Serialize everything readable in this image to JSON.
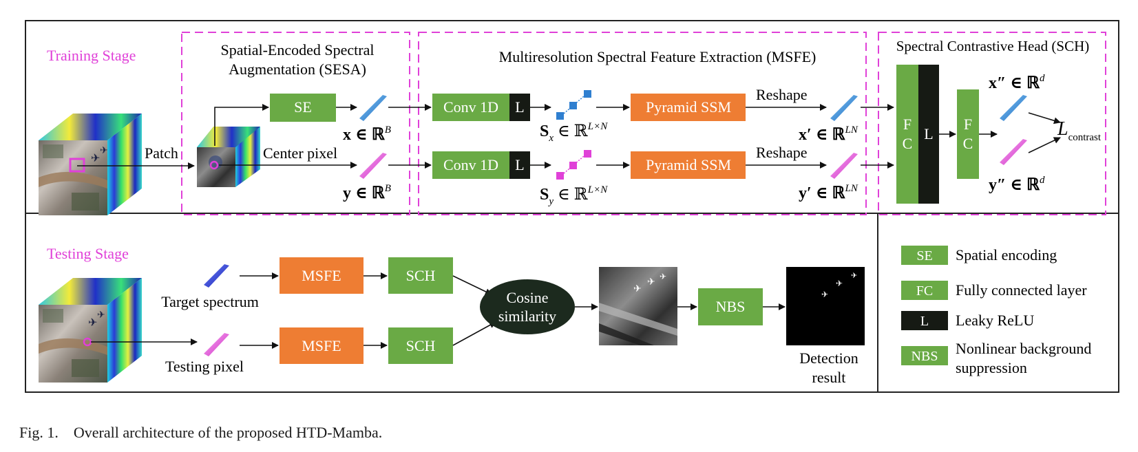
{
  "colors": {
    "green": "#6aaa45",
    "orange": "#ee7d33",
    "dark": "#161a14",
    "magenta": "#e040d8",
    "blue": "#2f7fd0",
    "navy": "#2233c8",
    "stage_label": "#e040d8"
  },
  "training": {
    "stage_label": "Training Stage",
    "patch_label": "Patch",
    "center_pixel_label": "Center pixel",
    "sesa": {
      "title_line1": "Spatial-Encoded Spectral",
      "title_line2": "Augmentation (SESA)",
      "se_label": "SE"
    },
    "x_label": "x ∈ ℝ",
    "x_sup": "B",
    "y_label": "y ∈ ℝ",
    "y_sup": "B",
    "msfe": {
      "title": "Multiresolution Spectral Feature Extraction (MSFE)",
      "conv_label": "Conv 1D",
      "l_label": "L",
      "ssm_label": "Pyramid SSM",
      "reshape_label": "Reshape",
      "sx_main": "S",
      "sx_sub": "x",
      "sy_sub": "y",
      "s_set": "∈ ℝ",
      "s_sup": "L×N",
      "xp_label": "x′ ∈ ℝ",
      "yp_label": "y′ ∈ ℝ",
      "p_sup": "LN"
    },
    "sch": {
      "title": "Spectral Contrastive Head (SCH)",
      "fc_f": "F",
      "fc_c": "C",
      "l_label": "L",
      "xpp_label": "x″ ∈ ℝ",
      "ypp_label": "y″ ∈ ℝ",
      "pp_sup": "d",
      "loss_main": "L",
      "loss_sub": "contrast"
    }
  },
  "testing": {
    "stage_label": "Testing Stage",
    "target_spectrum_label": "Target spectrum",
    "testing_pixel_label": "Testing pixel",
    "msfe_label": "MSFE",
    "sch_label": "SCH",
    "cosine_line1": "Cosine",
    "cosine_line2": "similarity",
    "nbs_label": "NBS",
    "detection_line1": "Detection",
    "detection_line2": "result"
  },
  "legend": {
    "items": [
      {
        "key": "SE",
        "text1": "Spatial encoding",
        "text2": ""
      },
      {
        "key": "FC",
        "text1": "Fully connected layer",
        "text2": ""
      },
      {
        "key": "L",
        "text1": "Leaky ReLU",
        "text2": ""
      },
      {
        "key": "NBS",
        "text1": "Nonlinear background",
        "text2": "suppression"
      }
    ]
  },
  "caption": {
    "label": "Fig. 1.",
    "text": "Overall architecture of the proposed HTD-Mamba."
  }
}
